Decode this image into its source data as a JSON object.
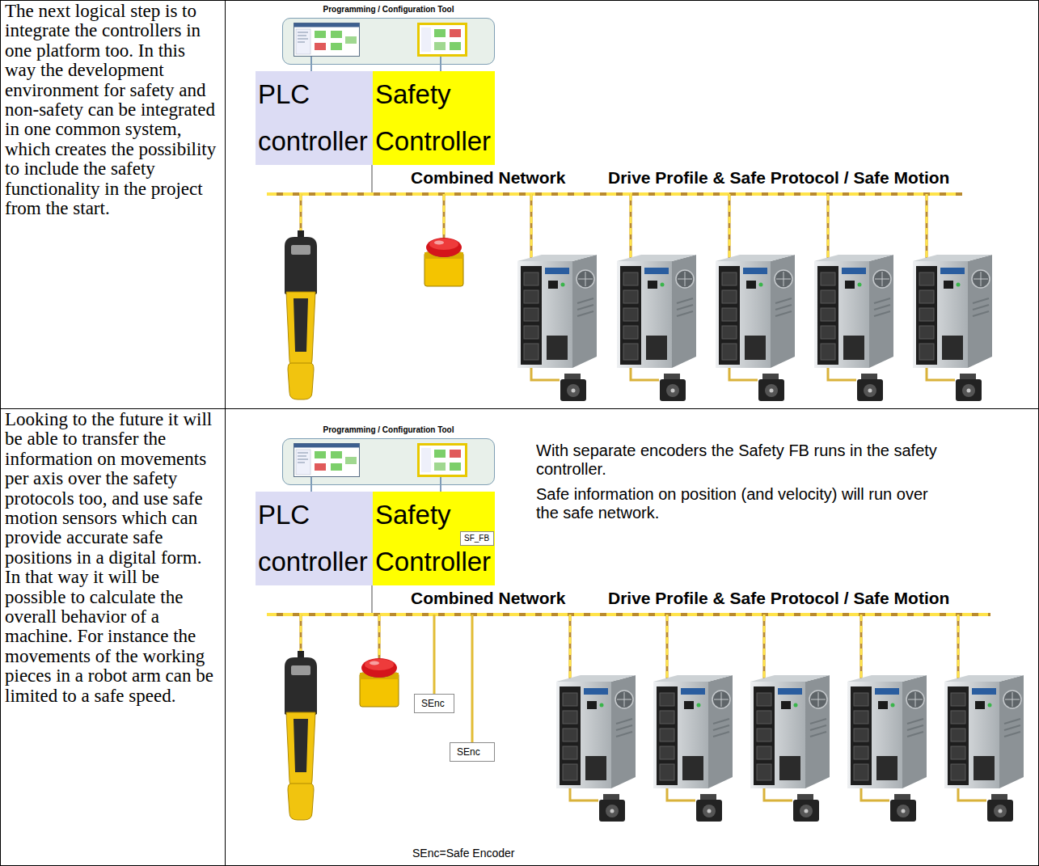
{
  "diagram": {
    "nodes": [
      {
        "text": [
          "The next logical step is to integrate the controllers in one platform too. In this way the development environment for safety and non-safety can be integrated in one common system, which creates the possibility to include the safety functionality in the project from the start."
        ]
      },
      {
        "text": [
          "Programming / Configuration Tool"
        ]
      },
      {
        "text": [
          "PLC controller"
        ]
      },
      {
        "text": [
          "Safety Controller"
        ]
      },
      {
        "text": [
          "Looking to the future it will be able to transfer the information on movements per axis over the safety protocols too, and use safe motion sensors which can provide accurate safe positions in a digital form. In that way it will be possible to calculate the overall behavior of a machine. For instance the movements of the working pieces in a robot arm can be limited to a safe speed."
        ]
      },
      {
        "text": [
          "Programming / Configuration Tool"
        ]
      },
      {
        "text": [
          "PLC controller"
        ]
      },
      {
        "text": [
          "Safety Controller"
        ]
      },
      {
        "text": [
          "SF_FB"
        ],
        "in": 7
      },
      {
        "text": [
          "SEnc"
        ]
      },
      {
        "text": [
          "SEnc"
        ]
      }
    ],
    "labels": [
      "Combined Network",
      "Drive Profile & Safe Protocol / Safe Motion",
      "With separate encoders the Safety FB runs in the safety controller.",
      "Safe information on position (and velocity) will run over the safe network.",
      "Combined Network",
      "Drive Profile & Safe Protocol / Safe Motion",
      "SEnc=Safe Encoder"
    ]
  }
}
